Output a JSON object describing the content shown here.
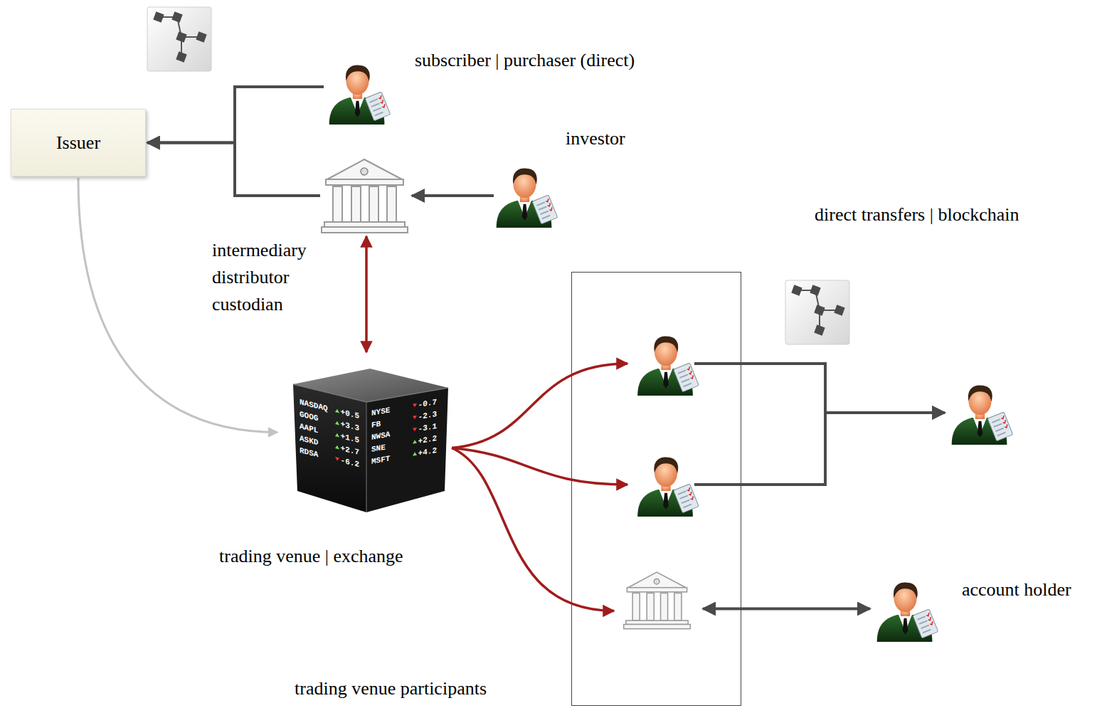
{
  "diagram": {
    "nodes": [
      {
        "text": [
          "Issuer"
        ]
      },
      {
        "text": [
          "subscriber | purchaser (direct)"
        ]
      },
      {
        "text": [
          "intermediary distributor custodian"
        ]
      },
      {
        "text": [
          "investor"
        ]
      },
      {
        "text": [
          "trading venue | exchange"
        ]
      },
      {
        "text": [
          "trading venue participants"
        ]
      },
      {
        "text": [],
        "in": 5
      },
      {
        "text": [],
        "in": 5
      },
      {
        "text": [],
        "in": 5
      },
      {
        "text": []
      },
      {
        "text": [
          "account holder"
        ]
      }
    ],
    "edges": [
      {
        "from": 1,
        "to": 0,
        "arrow": "to"
      },
      {
        "from": 2,
        "to": 0,
        "arrow": "to"
      },
      {
        "from": 3,
        "to": 2,
        "arrow": "to"
      },
      {
        "from": 2,
        "to": 4,
        "arrow": "both"
      },
      {
        "from": 0,
        "to": 4,
        "arrow": "to"
      },
      {
        "from": 4,
        "to": 6,
        "arrow": "to"
      },
      {
        "from": 4,
        "to": 7,
        "arrow": "to"
      },
      {
        "from": 4,
        "to": 8,
        "arrow": "to"
      },
      {
        "from": 6,
        "to": 9,
        "arrow": "to"
      },
      {
        "from": 7,
        "to": 9,
        "arrow": "to"
      },
      {
        "from": 8,
        "to": 10,
        "arrow": "both"
      }
    ],
    "labels": [
      "direct transfers | blockchain",
      "NASDAQ",
      "+0.5",
      "GOOG",
      "+3.3",
      "AAPL",
      "+1.5",
      "ASKD",
      "+2.7",
      "RDSA",
      "-6.2",
      "NYSE",
      "-0.7",
      "FB",
      "-2.3",
      "NWSA",
      "-3.1",
      "SNE",
      "+2.2",
      "MSFT",
      "+4.2"
    ]
  }
}
